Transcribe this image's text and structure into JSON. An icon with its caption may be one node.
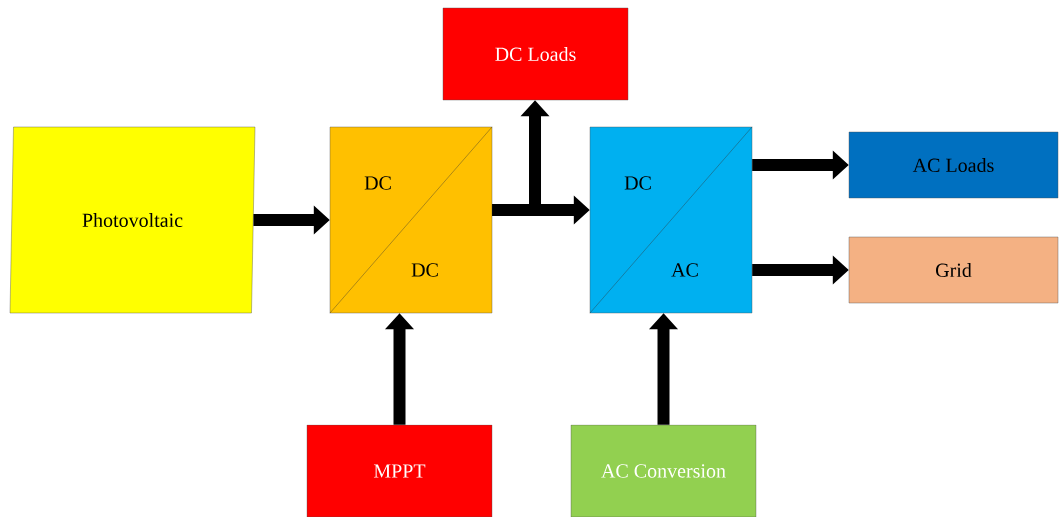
{
  "diagram": {
    "nodes": [
      {
        "text": [
          "Photovoltaic"
        ]
      },
      {
        "text": [
          "DC",
          "DC"
        ]
      },
      {
        "text": [
          "DC Loads"
        ]
      },
      {
        "text": [
          "DC",
          "AC"
        ]
      },
      {
        "text": [
          "AC Loads"
        ]
      },
      {
        "text": [
          "Grid"
        ]
      },
      {
        "text": [
          "MPPT"
        ]
      },
      {
        "text": [
          "AC Conversion"
        ]
      }
    ],
    "edges": [
      {
        "from": 0,
        "to": 1,
        "arrow": "to"
      },
      {
        "from": 1,
        "to": 3,
        "arrow": "to"
      },
      {
        "from": 1,
        "to": 2,
        "arrow": "to"
      },
      {
        "from": 3,
        "to": 4,
        "arrow": "to"
      },
      {
        "from": 3,
        "to": 5,
        "arrow": "to"
      },
      {
        "from": 6,
        "to": 1,
        "arrow": "to"
      },
      {
        "from": 7,
        "to": 3,
        "arrow": "to"
      }
    ]
  }
}
